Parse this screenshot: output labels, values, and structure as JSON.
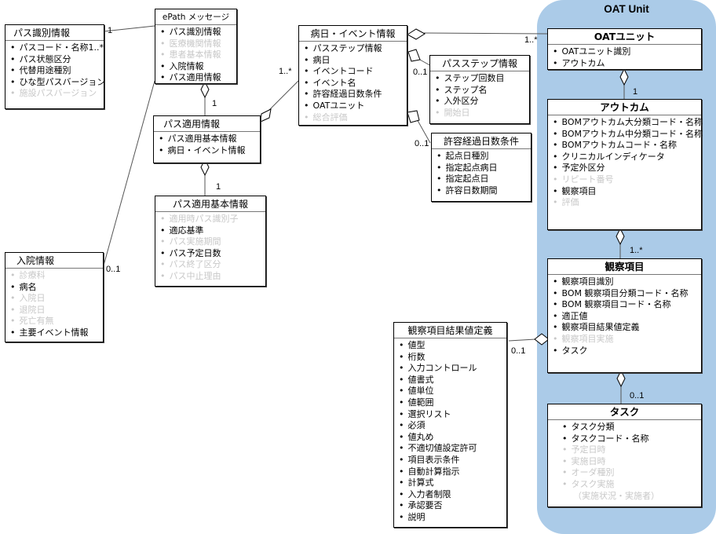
{
  "group": {
    "title": "OAT Unit",
    "color": "#abcbe8"
  },
  "classes": {
    "path_id": {
      "title": "パス識別情報",
      "attrs": [
        {
          "t": "パスコード・名称1..*",
          "on": true
        },
        {
          "t": "パス状態区分",
          "on": true
        },
        {
          "t": "代替用途種別",
          "on": true
        },
        {
          "t": "ひな型パスバージョン",
          "on": true
        },
        {
          "t": "施設パスバージョン",
          "on": false
        }
      ]
    },
    "epath_msg": {
      "title": "ePath メッセージ",
      "attrs": [
        {
          "t": "パス識別情報",
          "on": true
        },
        {
          "t": "医療機関情報",
          "on": false
        },
        {
          "t": "患者基本情報",
          "on": false
        },
        {
          "t": "入院情報",
          "on": true
        },
        {
          "t": "パス適用情報",
          "on": true
        }
      ]
    },
    "path_apply": {
      "title": "パス適用情報",
      "attrs": [
        {
          "t": "パス適用基本情報",
          "on": true
        },
        {
          "t": "病日・イベント情報",
          "on": true
        }
      ]
    },
    "path_apply_basic": {
      "title": "パス適用基本情報",
      "attrs": [
        {
          "t": "適用時パス識別子",
          "on": false
        },
        {
          "t": "適応基準",
          "on": true
        },
        {
          "t": "パス実施期間",
          "on": false
        },
        {
          "t": "パス予定日数",
          "on": true
        },
        {
          "t": "パス終了区分",
          "on": false
        },
        {
          "t": "パス中止理由",
          "on": false
        }
      ]
    },
    "admission": {
      "title": "入院情報",
      "attrs": [
        {
          "t": "診療科",
          "on": false
        },
        {
          "t": "病名",
          "on": true
        },
        {
          "t": "入院日",
          "on": false
        },
        {
          "t": "退院日",
          "on": false
        },
        {
          "t": "死亡有無",
          "on": false
        },
        {
          "t": "主要イベント情報",
          "on": true
        }
      ]
    },
    "day_event": {
      "title": "病日・イベント情報",
      "attrs": [
        {
          "t": "パスステップ情報",
          "on": true
        },
        {
          "t": "病日",
          "on": true
        },
        {
          "t": "イベントコード",
          "on": true
        },
        {
          "t": "イベント名",
          "on": true
        },
        {
          "t": "許容経過日数条件",
          "on": true
        },
        {
          "t": "OATユニット",
          "on": true
        },
        {
          "t": "総合評価",
          "on": false
        }
      ]
    },
    "path_step": {
      "title": "パスステップ情報",
      "attrs": [
        {
          "t": "ステップ回数目",
          "on": true
        },
        {
          "t": "ステップ名",
          "on": true
        },
        {
          "t": "入外区分",
          "on": true
        },
        {
          "t": "開始日",
          "on": false
        }
      ]
    },
    "allow_days": {
      "title": "許容経過日数条件",
      "attrs": [
        {
          "t": "起点日種別",
          "on": true
        },
        {
          "t": "指定起点病日",
          "on": true
        },
        {
          "t": "指定起点日",
          "on": true
        },
        {
          "t": "許容日数期間",
          "on": true
        }
      ]
    },
    "oat_unit": {
      "title": "OATユニット",
      "attrs": [
        {
          "t": "OATユニット識別",
          "on": true
        },
        {
          "t": "アウトカム",
          "on": true
        }
      ]
    },
    "outcome": {
      "title": "アウトカム",
      "attrs": [
        {
          "t": "BOMアウトカム大分類コード・名称",
          "on": true
        },
        {
          "t": "BOMアウトカム中分類コード・名称",
          "on": true
        },
        {
          "t": "BOMアウトカムコード・名称",
          "on": true
        },
        {
          "t": "クリニカルインディケータ",
          "on": true
        },
        {
          "t": "予定外区分",
          "on": true
        },
        {
          "t": "リピート番号",
          "on": false
        },
        {
          "t": "観察項目",
          "on": true
        },
        {
          "t": "評価",
          "on": false
        }
      ]
    },
    "observation": {
      "title": "観察項目",
      "attrs": [
        {
          "t": "観察項目識別",
          "on": true
        },
        {
          "t": "BOM 観察項目分類コード・名称",
          "on": true
        },
        {
          "t": "BOM 観察項目コード・名称",
          "on": true
        },
        {
          "t": "適正値",
          "on": true
        },
        {
          "t": "観察項目結果値定義",
          "on": true
        },
        {
          "t": "観察項目実施",
          "on": false
        },
        {
          "t": "タスク",
          "on": true
        }
      ]
    },
    "obs_result_def": {
      "title": "観察項目結果値定義",
      "attrs": [
        {
          "t": "値型",
          "on": true
        },
        {
          "t": "桁数",
          "on": true
        },
        {
          "t": "入力コントロール",
          "on": true
        },
        {
          "t": "値書式",
          "on": true
        },
        {
          "t": "値単位",
          "on": true
        },
        {
          "t": "値範囲",
          "on": true
        },
        {
          "t": "選択リスト",
          "on": true
        },
        {
          "t": "必須",
          "on": true
        },
        {
          "t": "値丸め",
          "on": true
        },
        {
          "t": "不適切値設定許可",
          "on": true
        },
        {
          "t": "項目表示条件",
          "on": true
        },
        {
          "t": "自動計算指示",
          "on": true
        },
        {
          "t": "計算式",
          "on": true
        },
        {
          "t": "入力者制限",
          "on": true
        },
        {
          "t": "承認要否",
          "on": true
        },
        {
          "t": "説明",
          "on": true
        }
      ]
    },
    "task": {
      "title": "タスク",
      "attrs": [
        {
          "t": "タスク分類",
          "on": true
        },
        {
          "t": "タスクコード・名称",
          "on": true
        },
        {
          "t": "予定日時",
          "on": false
        },
        {
          "t": "実施日時",
          "on": false
        },
        {
          "t": "オーダ種別",
          "on": false
        },
        {
          "t": "タスク実施",
          "on": false
        },
        {
          "t": "（実施状況・実施者）",
          "on": false,
          "cont": true
        }
      ]
    }
  },
  "multiplicities": {
    "pathid_epath": "1",
    "epath_apply": "1",
    "admission_epath": "0..1",
    "apply_basic": "1",
    "apply_dayevent": "1..*",
    "dayevent_step": "0..1",
    "dayevent_allow": "0..1",
    "dayevent_oat": "1..*",
    "oat_outcome": "1",
    "outcome_obs": "1..*",
    "obs_resultdef": "0..1",
    "obs_task": "0..1"
  }
}
